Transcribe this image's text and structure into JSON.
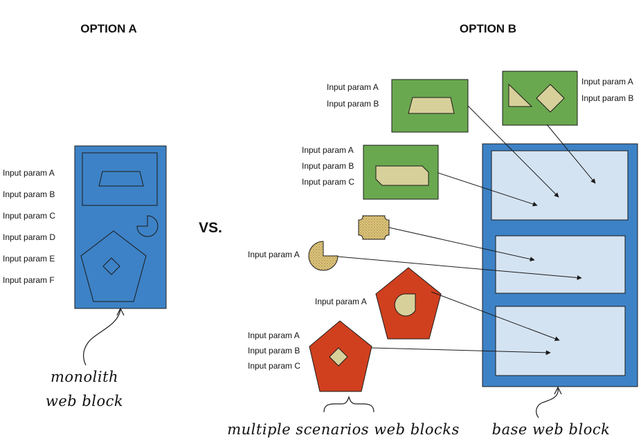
{
  "option_a": {
    "title": "OPTION A",
    "params": [
      "Input param A",
      "Input param B",
      "Input param C",
      "Input param D",
      "Input param E",
      "Input param F"
    ],
    "caption_line1": "monolith",
    "caption_line2": "web block"
  },
  "vs_label": "VS.",
  "option_b": {
    "title": "OPTION B",
    "block1_params": [
      "Input param A",
      "Input param B"
    ],
    "block2_params": [
      "Input param A",
      "Input param B"
    ],
    "block3_params": [
      "Input param A",
      "Input param B",
      "Input param C"
    ],
    "block5_params": [
      "Input param A"
    ],
    "block6_params": [
      "Input param A"
    ],
    "block7_params": [
      "Input param A",
      "Input param B",
      "Input param C"
    ],
    "caption_scenarios": "multiple scenarios web blocks",
    "caption_base": "base web block"
  },
  "colors": {
    "blue": "#3d82c6",
    "green": "#6aa84f",
    "red": "#d0401f",
    "tan": "#d8d09a",
    "slot": "#d4e3f2"
  }
}
